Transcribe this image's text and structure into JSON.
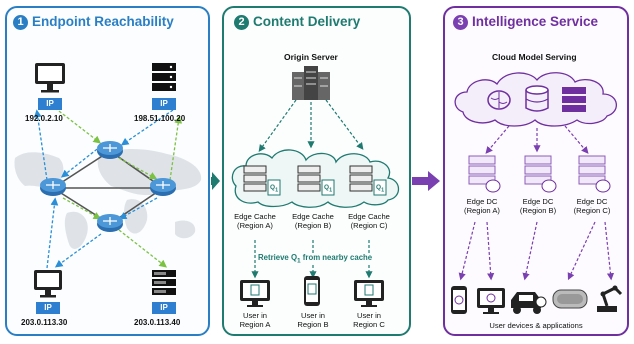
{
  "colors": {
    "panel1": "#2a7fc4",
    "panel2": "#1f7a70",
    "panel3": "#6f2f9f",
    "ip_box": "#2f7fd0",
    "arrow_green": "#7cc242",
    "arrow_blue": "#2a8fd6",
    "arrow_teal": "#1f7a70",
    "arrow_purple": "#7a3fb0"
  },
  "panels": [
    {
      "number": "1",
      "title": "Endpoint Reachability"
    },
    {
      "number": "2",
      "title": "Content Delivery"
    },
    {
      "number": "3",
      "title": "Intelligence Service"
    }
  ],
  "reachability": {
    "ip_label": "IP",
    "endpoints": [
      {
        "icon": "monitor-icon",
        "address": "192.0.2.10"
      },
      {
        "icon": "server-icon",
        "address": "198.51.100.20"
      },
      {
        "icon": "monitor-icon",
        "address": "203.0.113.30"
      },
      {
        "icon": "server-icon",
        "address": "203.0.113.40"
      }
    ]
  },
  "delivery": {
    "origin_label": "Origin Server",
    "caches": [
      {
        "line1": "Edge Cache",
        "line2": "(Region A)"
      },
      {
        "line1": "Edge Cache",
        "line2": "(Region B)"
      },
      {
        "line1": "Edge Cache",
        "line2": "(Region C)"
      }
    ],
    "retrieve_label": "Retrieve Q",
    "retrieve_sub": "1",
    "retrieve_rest": " from nearby cache",
    "doc_label": "Q",
    "doc_sub": "1",
    "users": [
      {
        "line1": "User in",
        "line2": "Region A",
        "icon": "monitor-icon"
      },
      {
        "line1": "User in",
        "line2": "Region B",
        "icon": "phone-icon"
      },
      {
        "line1": "User in",
        "line2": "Region C",
        "icon": "monitor-icon"
      }
    ]
  },
  "intelligence": {
    "cloud_label": "Cloud Model Serving",
    "edge_dcs": [
      {
        "line1": "Edge DC",
        "line2": "(Region A)"
      },
      {
        "line1": "Edge DC",
        "line2": "(Region B)"
      },
      {
        "line1": "Edge DC",
        "line2": "(Region C)"
      }
    ],
    "devices_label": "User devices & applications",
    "devices": [
      "phone-icon",
      "monitor-icon",
      "car-icon",
      "vr-headset-icon",
      "robot-arm-icon"
    ]
  }
}
